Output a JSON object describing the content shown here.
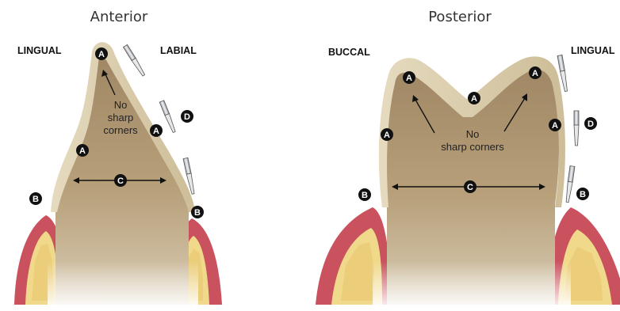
{
  "anterior": {
    "title": "Anterior",
    "left_side": "LINGUAL",
    "right_side": "LABIAL",
    "note_lines": [
      "No",
      "sharp",
      "corners"
    ]
  },
  "posterior": {
    "title": "Posterior",
    "left_side": "BUCCAL",
    "right_side": "LINGUAL",
    "note_lines": [
      "No",
      "sharp corners"
    ]
  },
  "markers": {
    "a": "A",
    "b": "B",
    "c": "C",
    "d": "D"
  },
  "colors": {
    "enamel": "#ddd0b0",
    "tooth_body": "#b39a72",
    "gingiva": "#c9525e",
    "bone": "#f0d98a",
    "bur": "#cfd3d6"
  }
}
